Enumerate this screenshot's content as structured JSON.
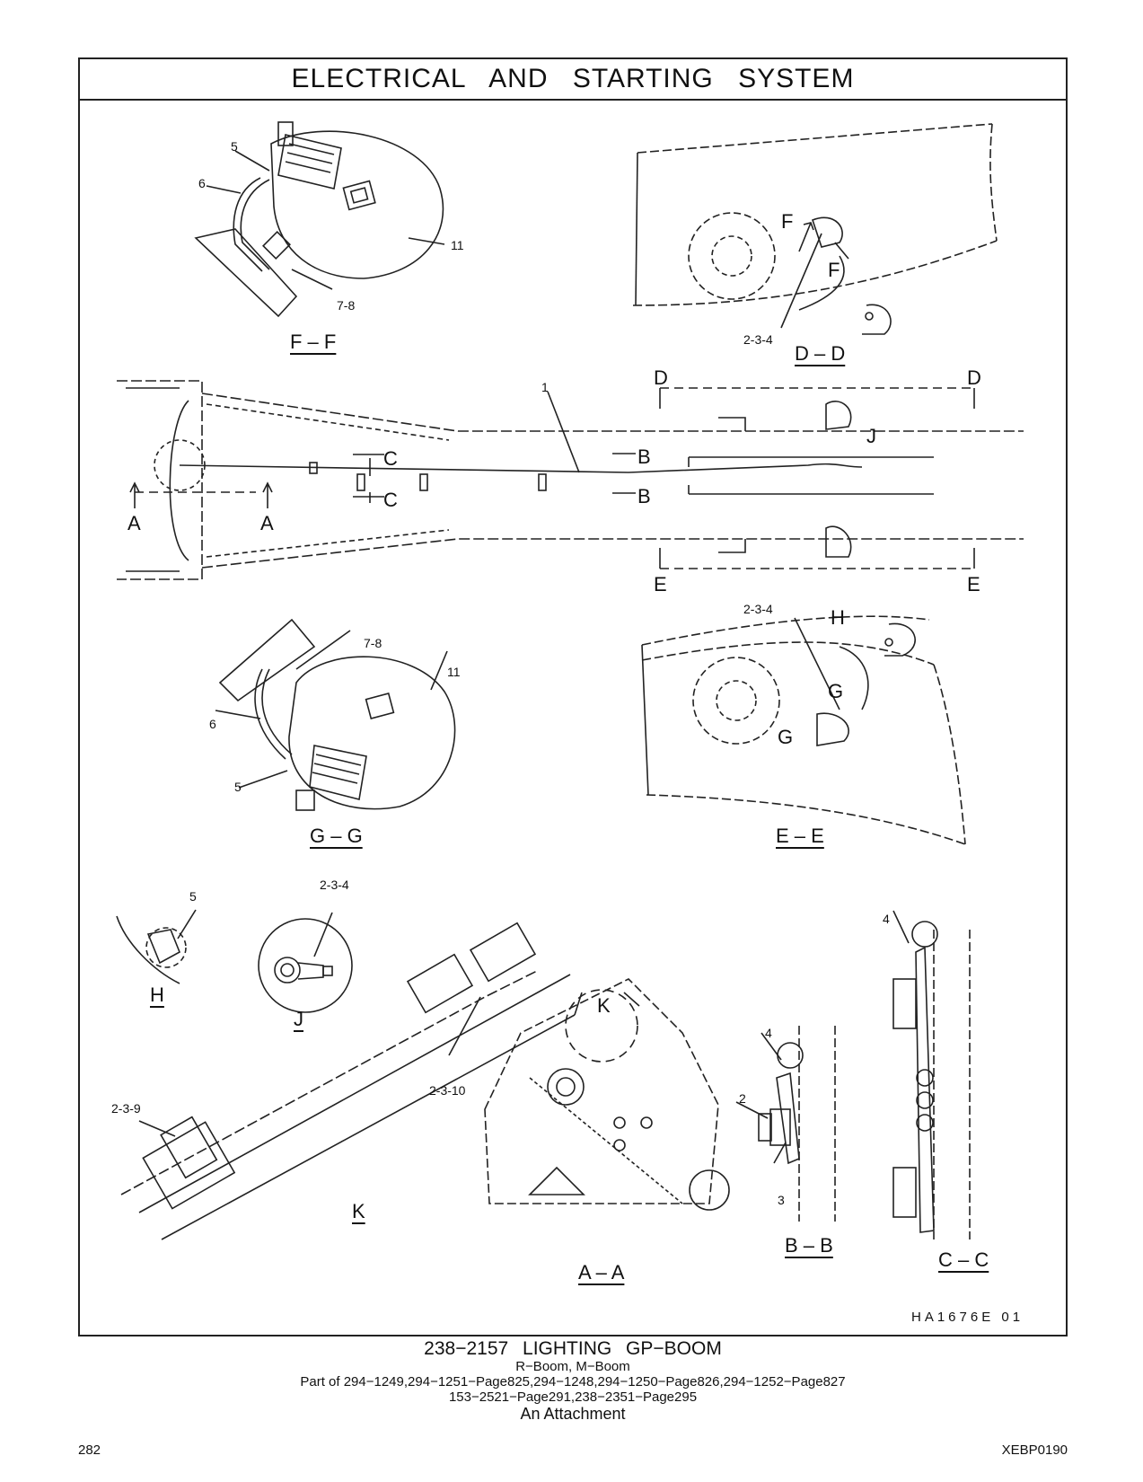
{
  "header": {
    "title": "ELECTRICAL AND STARTING SYSTEM"
  },
  "views": {
    "ff": {
      "title": "F – F",
      "labels": {
        "five": "5",
        "six": "6",
        "eleven": "11",
        "seveneight": "7-8"
      }
    },
    "dd": {
      "title": "D – D",
      "labels": {
        "f_top": "F",
        "f_bottom": "F",
        "part": "2-3-4"
      }
    },
    "main": {
      "labels": {
        "one": "1",
        "a_left": "A",
        "a_right": "A",
        "b_top": "B",
        "b_bottom": "B",
        "c_top": "C",
        "c_bottom": "C",
        "d_left": "D",
        "d_right": "D",
        "e_left": "E",
        "e_right": "E",
        "j": "J"
      }
    },
    "gg": {
      "title": "G – G",
      "labels": {
        "seveneight": "7-8",
        "eleven": "11",
        "six": "6",
        "five": "5"
      }
    },
    "ee": {
      "title": "E – E",
      "labels": {
        "part": "2-3-4",
        "h": "H",
        "g_top": "G",
        "g_bottom": "G"
      }
    },
    "h": {
      "title": "H",
      "labels": {
        "five": "5"
      }
    },
    "j": {
      "title": "J",
      "labels": {
        "part": "2-3-4"
      }
    },
    "k": {
      "title": "K",
      "labels": {
        "part_a": "2-3-9",
        "part_b": "2-3-10"
      }
    },
    "aa": {
      "title": "A – A",
      "labels": {
        "k": "K"
      }
    },
    "bb": {
      "title": "B – B",
      "labels": {
        "four": "4",
        "two": "2",
        "three": "3"
      }
    },
    "cc": {
      "title": "C – C",
      "labels": {
        "four": "4"
      }
    }
  },
  "drawing_id": "HA1676E   01",
  "caption": {
    "title": "238−2157  LIGHTING  GP−BOOM",
    "subtitle": "R−Boom, M−Boom",
    "part_of_1": "Part of 294−1249,294−1251−Page825,294−1248,294−1250−Page826,294−1252−Page827",
    "part_of_2": "153−2521−Page291,238−2351−Page295",
    "attachment": "An Attachment"
  },
  "footer": {
    "page_number": "282",
    "document_code": "XEBP0190"
  }
}
